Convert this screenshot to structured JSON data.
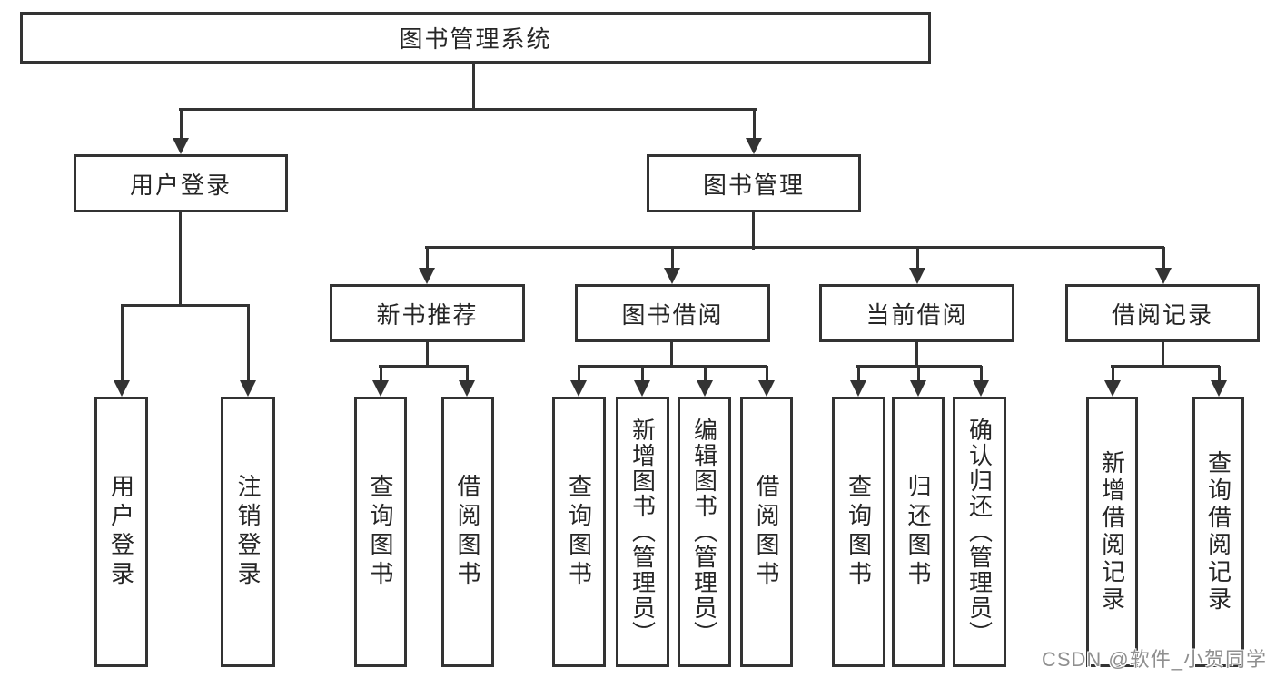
{
  "style": {
    "line_color": "#333333",
    "box_fill": "#ffffff",
    "text_color": "#262626",
    "background": "#ffffff",
    "watermark_color": "#8f8f8f"
  },
  "diagram": {
    "root": {
      "label": "图书管理系统"
    },
    "branches": [
      {
        "label": "用户登录",
        "children": [
          "用户登录",
          "注销登录"
        ]
      },
      {
        "label": "图书管理",
        "children": [
          {
            "label": "新书推荐",
            "children": [
              "查询图书",
              "借阅图书"
            ]
          },
          {
            "label": "图书借阅",
            "children": [
              "查询图书",
              "新增图书（管理员）",
              "编辑图书（管理员）",
              "借阅图书"
            ]
          },
          {
            "label": "当前借阅",
            "children": [
              "查询图书",
              "归还图书",
              "确认归还（管理员）"
            ]
          },
          {
            "label": "借阅记录",
            "children": [
              "新增借阅记录",
              "查询借阅记录"
            ]
          }
        ]
      }
    ]
  },
  "watermark": {
    "text": "CSDN @软件_小贺同学"
  }
}
